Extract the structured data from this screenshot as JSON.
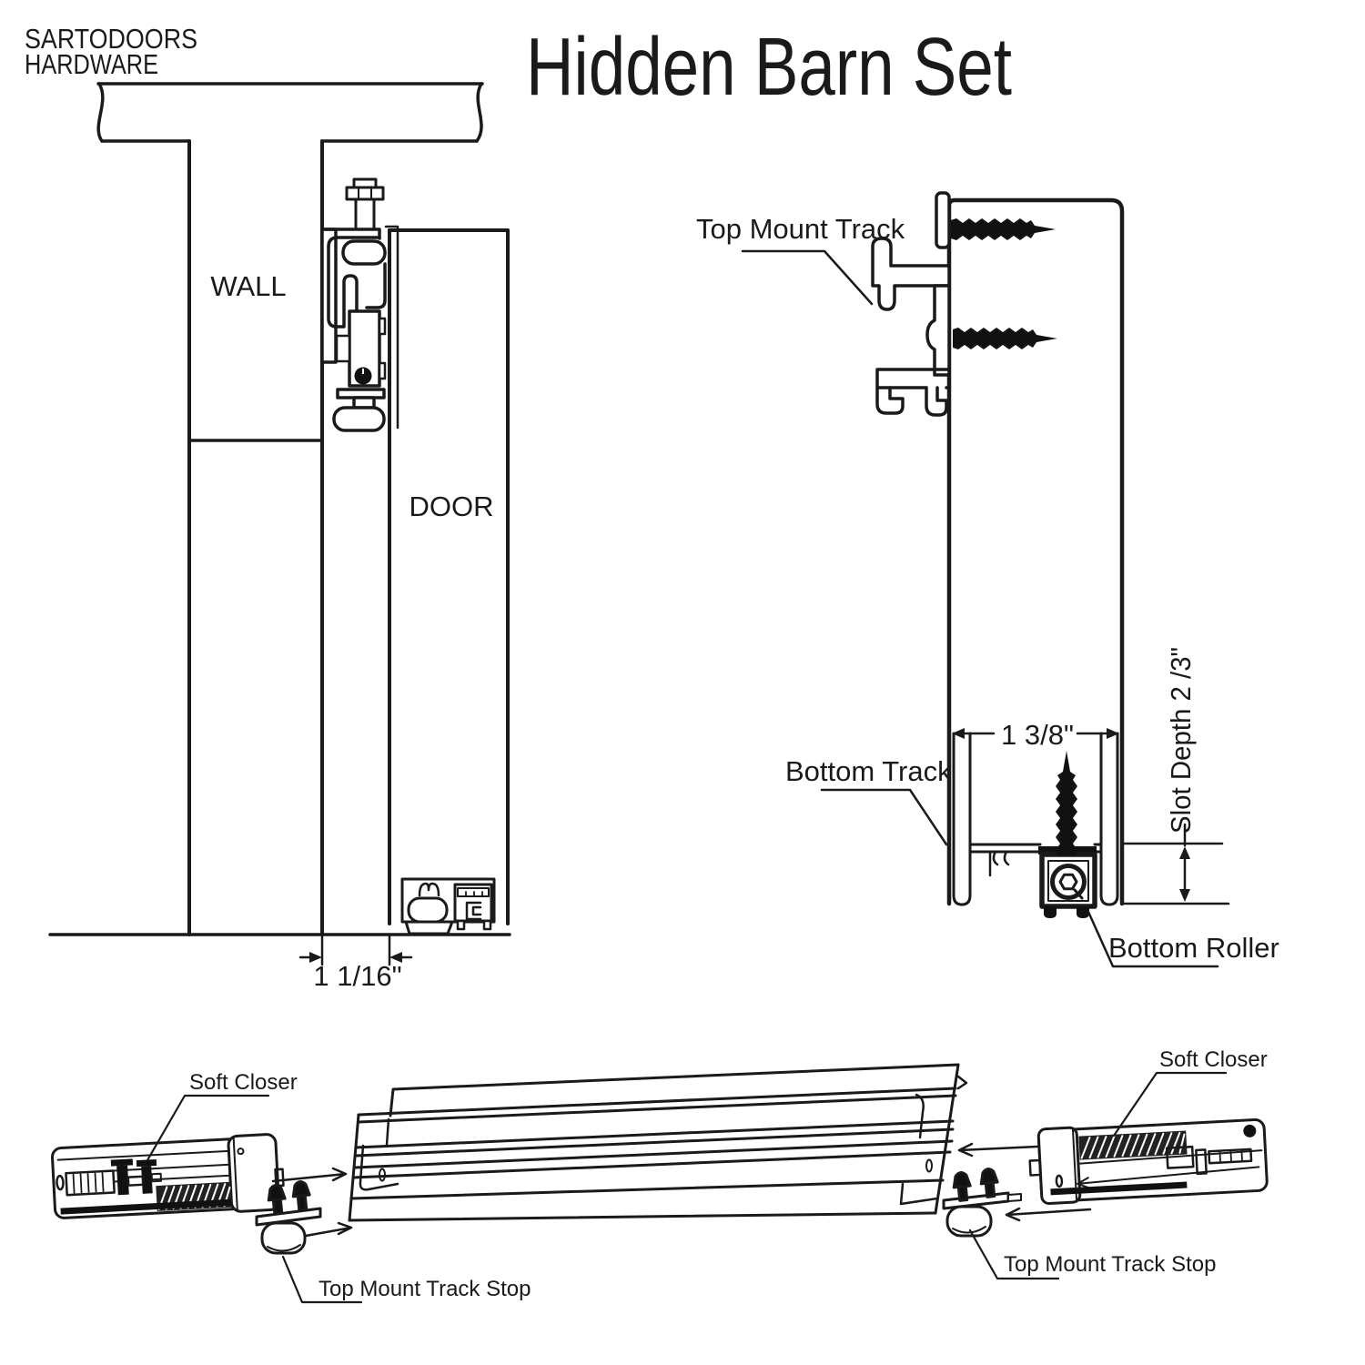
{
  "header": {
    "logo": {
      "line1": "SARTODOORS",
      "line2": "HARDWARE",
      "color": "#e86a5c"
    },
    "title": "Hidden Barn Set"
  },
  "left_diagram": {
    "wall_label": "WALL",
    "door_label": "DOOR",
    "gap_dimension": "1 1/16\""
  },
  "right_diagram": {
    "top_mount_track_label": "Top Mount Track",
    "bottom_track_label": "Bottom Track",
    "bottom_roller_label": "Bottom Roller",
    "thickness_dimension": "1 3/8\"",
    "slot_depth_dimension": "Slot Depth 2 /3\""
  },
  "exploded_view": {
    "soft_closer_left_label": "Soft Closer",
    "soft_closer_right_label": "Soft Closer",
    "track_stop_left_label": "Top Mount Track Stop",
    "track_stop_right_label": "Top Mount Track Stop"
  },
  "colors": {
    "line": "#1a1a1a",
    "background": "#ffffff"
  }
}
